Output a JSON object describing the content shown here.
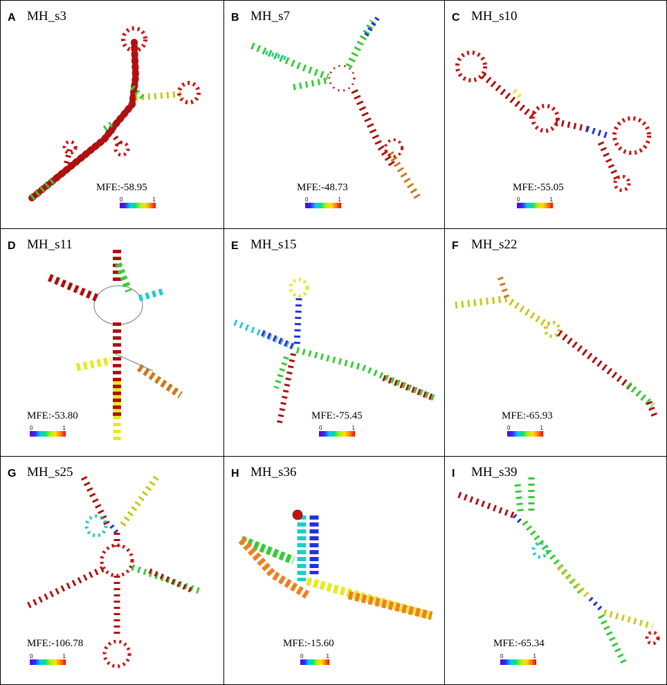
{
  "colorbar": {
    "min": "0",
    "max": "1"
  },
  "panels": [
    {
      "letter": "A",
      "name": "MH_s3",
      "mfe": "MFE:-58.95"
    },
    {
      "letter": "B",
      "name": "MH_s7",
      "mfe": "MFE:-48.73"
    },
    {
      "letter": "C",
      "name": "MH_s10",
      "mfe": "MFE:-55.05"
    },
    {
      "letter": "D",
      "name": "MH_s11",
      "mfe": "MFE:-53.80"
    },
    {
      "letter": "E",
      "name": "MH_s15",
      "mfe": "MFE:-75.45"
    },
    {
      "letter": "F",
      "name": "MH_s22",
      "mfe": "MFE:-65.93"
    },
    {
      "letter": "G",
      "name": "MH_s25",
      "mfe": "MFE:-106.78"
    },
    {
      "letter": "H",
      "name": "MH_s36",
      "mfe": "MFE:-15.60"
    },
    {
      "letter": "I",
      "name": "MH_s39",
      "mfe": "MFE:-65.34"
    }
  ],
  "colors": {
    "red": "#cc1111",
    "orange": "#f08020",
    "yellow": "#e8e820",
    "green": "#33cc33",
    "cyan": "#22cccc",
    "blue": "#2233dd",
    "purple": "#5522cc"
  }
}
